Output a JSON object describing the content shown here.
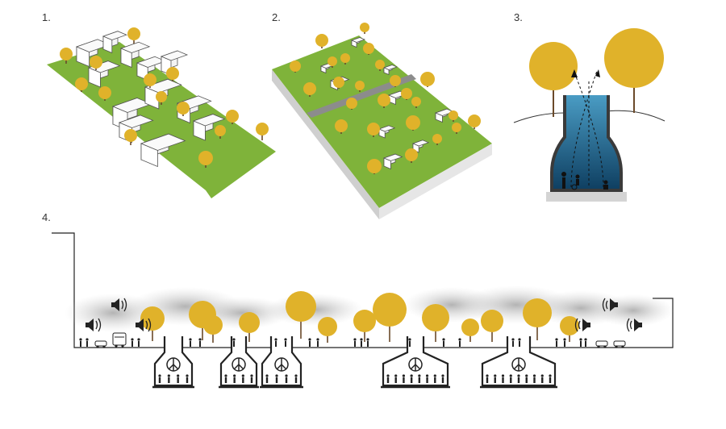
{
  "panels": {
    "p1": {
      "label": "1."
    },
    "p2": {
      "label": "2."
    },
    "p3": {
      "label": "3."
    },
    "p4": {
      "label": "4."
    }
  },
  "colors": {
    "grass": "#7fb33a",
    "grass_dark": "#5f8f26",
    "tree": "#e0b22a",
    "trunk": "#6b4a2a",
    "water": "#1f6f93",
    "slab": "#d9d9d9",
    "road": "#8c8c8c",
    "smog": "#bfbfbf"
  },
  "icons": [
    "peace-icon",
    "speaker-icon",
    "car-icon",
    "bus-icon",
    "person-icon",
    "wheelchair-icon"
  ]
}
